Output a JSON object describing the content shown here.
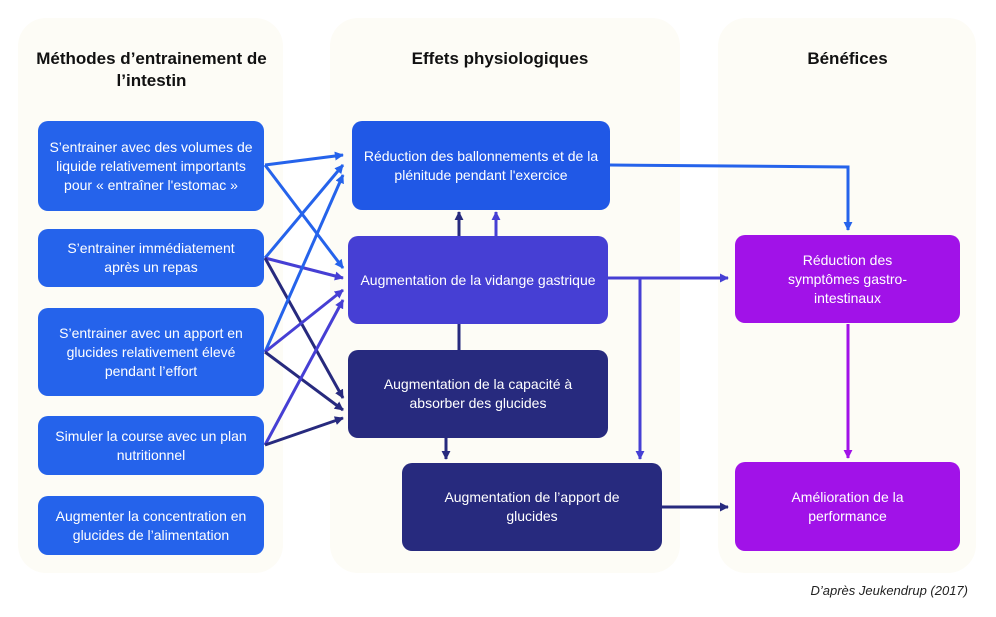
{
  "columns": {
    "methods": "Méthodes d’entrainement de l’intestin",
    "effects": "Effets physiologiques",
    "benefits": "Bénéfices"
  },
  "methods": [
    "S’entrainer avec des volumes de liquide relativement importants pour « entraîner l'estomac »",
    "S’entrainer immédiatement après un repas",
    "S’entrainer avec un apport en glucides relativement élevé pendant l’effort",
    "Simuler la course avec un plan nutritionnel",
    "Augmenter la concentration en glucides de l’alimentation"
  ],
  "effects": {
    "bloating": "Réduction des ballonnements et de la plénitude pendant l'exercice",
    "gastric_emptying": "Augmentation de la vidange gastrique",
    "absorption": "Augmentation de la capacité à absorber des glucides",
    "carb_intake": "Augmentation de l’apport de glucides"
  },
  "benefits": {
    "gi_symptoms": "Réduction des symptômes gastro-intestinaux",
    "performance": "Amélioration de la performance"
  },
  "source": "D’après Jeukendrup (2017)",
  "colors": {
    "methods": "#2563eb",
    "bloating": "#2058e6",
    "gastric_emptying": "#463fd4",
    "absorption": "#272a7e",
    "benefits": "#a112e8"
  }
}
